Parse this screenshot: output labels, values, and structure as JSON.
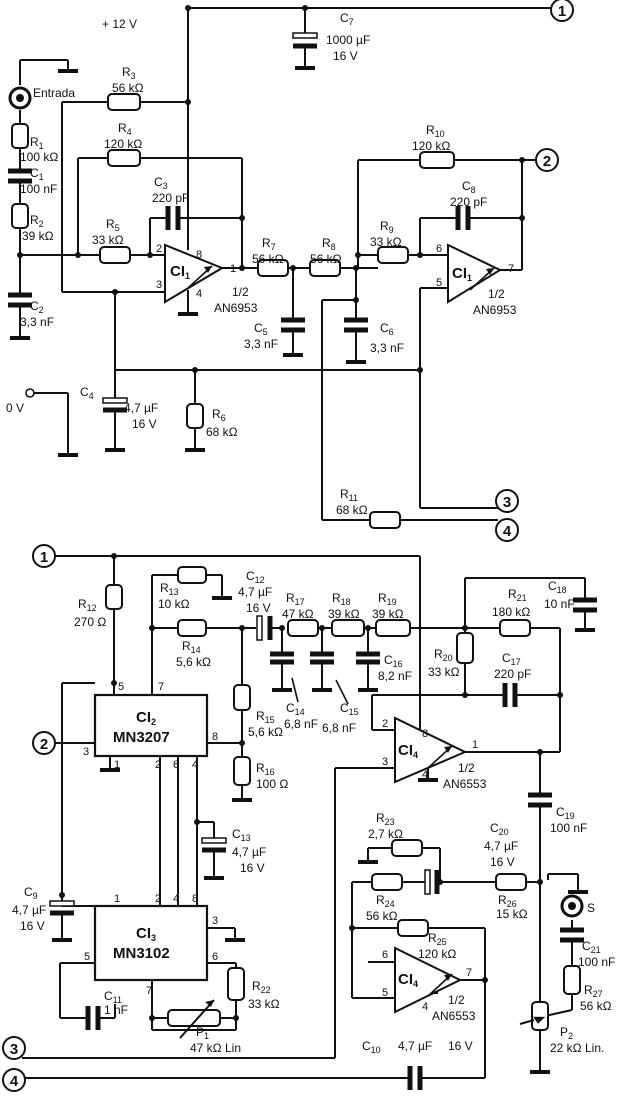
{
  "supply": {
    "label": "+ 12 V"
  },
  "ground": {
    "label": "0 V"
  },
  "input": {
    "label": "Entrada"
  },
  "output": {
    "label": "S"
  },
  "terminals": {
    "t1": "1",
    "t2": "2",
    "t3": "3",
    "t4": "4"
  },
  "ics": {
    "ci1a": {
      "name": "CI",
      "sub": "1",
      "half": "1/2",
      "part": "AN6953"
    },
    "ci1b": {
      "name": "CI",
      "sub": "1",
      "half": "1/2",
      "part": "AN6953"
    },
    "ci2": {
      "name": "CI",
      "sub": "2",
      "part": "MN3207"
    },
    "ci3": {
      "name": "CI",
      "sub": "3",
      "part": "MN3102"
    },
    "ci4a": {
      "name": "CI",
      "sub": "4",
      "half": "1/2",
      "part": "AN6553"
    },
    "ci4b": {
      "name": "CI",
      "sub": "4",
      "half": "1/2",
      "part": "AN6553"
    }
  },
  "components": {
    "r1": {
      "ref": "R",
      "sub": "1",
      "value": "100 kΩ"
    },
    "r2": {
      "ref": "R",
      "sub": "2",
      "value": "39 kΩ"
    },
    "r3": {
      "ref": "R",
      "sub": "3",
      "value": "56 kΩ"
    },
    "r4": {
      "ref": "R",
      "sub": "4",
      "value": "120 kΩ"
    },
    "r5": {
      "ref": "R",
      "sub": "5",
      "value": "33 kΩ"
    },
    "r6": {
      "ref": "R",
      "sub": "6",
      "value": "68 kΩ"
    },
    "r7": {
      "ref": "R",
      "sub": "7",
      "value": "56 kΩ"
    },
    "r8": {
      "ref": "R",
      "sub": "8",
      "value": "56 kΩ"
    },
    "r9": {
      "ref": "R",
      "sub": "9",
      "value": "33 kΩ"
    },
    "r10": {
      "ref": "R",
      "sub": "10",
      "value": "120 kΩ"
    },
    "r11": {
      "ref": "R",
      "sub": "11",
      "value": "68 kΩ"
    },
    "r12": {
      "ref": "R",
      "sub": "12",
      "value": "270 Ω"
    },
    "r13": {
      "ref": "R",
      "sub": "13",
      "value": "10 kΩ"
    },
    "r14": {
      "ref": "R",
      "sub": "14",
      "value": "5,6 kΩ"
    },
    "r15": {
      "ref": "R",
      "sub": "15",
      "value": "5,6 kΩ"
    },
    "r16": {
      "ref": "R",
      "sub": "16",
      "value": "100 Ω"
    },
    "r17": {
      "ref": "R",
      "sub": "17",
      "value": "47 kΩ"
    },
    "r18": {
      "ref": "R",
      "sub": "18",
      "value": "39 kΩ"
    },
    "r19": {
      "ref": "R",
      "sub": "19",
      "value": "39 kΩ"
    },
    "r20": {
      "ref": "R",
      "sub": "20",
      "value": "33 kΩ"
    },
    "r21": {
      "ref": "R",
      "sub": "21",
      "value": "180 kΩ"
    },
    "r22": {
      "ref": "R",
      "sub": "22",
      "value": "33 kΩ"
    },
    "r23": {
      "ref": "R",
      "sub": "23",
      "value": "2,7 kΩ"
    },
    "r24": {
      "ref": "R",
      "sub": "24",
      "value": "56 kΩ"
    },
    "r25": {
      "ref": "R",
      "sub": "25",
      "value": "120 kΩ"
    },
    "r26": {
      "ref": "R",
      "sub": "26",
      "value": "15 kΩ"
    },
    "r27": {
      "ref": "R",
      "sub": "27",
      "value": "56 kΩ"
    },
    "p1": {
      "ref": "P",
      "sub": "1",
      "value": "47 kΩ Lin"
    },
    "p2": {
      "ref": "P",
      "sub": "2",
      "value": "22 kΩ Lin."
    },
    "c1": {
      "ref": "C",
      "sub": "1",
      "value": "100 nF"
    },
    "c2": {
      "ref": "C",
      "sub": "2",
      "value": "3,3 nF"
    },
    "c3": {
      "ref": "C",
      "sub": "3",
      "value": "220 pF"
    },
    "c4": {
      "ref": "C",
      "sub": "4",
      "value": "4,7 µF",
      "volt": "16 V"
    },
    "c5": {
      "ref": "C",
      "sub": "5",
      "value": "3,3 nF"
    },
    "c6": {
      "ref": "C",
      "sub": "6",
      "value": "3,3 nF"
    },
    "c7": {
      "ref": "C",
      "sub": "7",
      "value": "1000 µF",
      "volt": "16 V"
    },
    "c8": {
      "ref": "C",
      "sub": "8",
      "value": "220 pF"
    },
    "c9": {
      "ref": "C",
      "sub": "9",
      "value": "4,7 µF",
      "volt": "16 V"
    },
    "c10": {
      "ref": "C",
      "sub": "10",
      "value": "4,7 µF",
      "volt": "16 V"
    },
    "c11": {
      "ref": "C",
      "sub": "11",
      "value": "1 nF"
    },
    "c12": {
      "ref": "C",
      "sub": "12",
      "value": "4,7 µF",
      "volt": "16 V"
    },
    "c13": {
      "ref": "C",
      "sub": "13",
      "value": "4,7 µF",
      "volt": "16 V"
    },
    "c14": {
      "ref": "C",
      "sub": "14",
      "value": "6,8 nF"
    },
    "c15": {
      "ref": "C",
      "sub": "15",
      "value": "6,8 nF"
    },
    "c16": {
      "ref": "C",
      "sub": "16",
      "value": "8,2 nF"
    },
    "c17": {
      "ref": "C",
      "sub": "17",
      "value": "220 pF"
    },
    "c18": {
      "ref": "C",
      "sub": "18",
      "value": "10 nF"
    },
    "c19": {
      "ref": "C",
      "sub": "19",
      "value": "100 nF"
    },
    "c20": {
      "ref": "C",
      "sub": "20",
      "value": "4,7 µF",
      "volt": "16 V"
    },
    "c21": {
      "ref": "C",
      "sub": "21",
      "value": "100 nF"
    }
  },
  "pins": {
    "p1": "1",
    "p2": "2",
    "p3": "3",
    "p4": "4",
    "p5": "5",
    "p6": "6",
    "p7": "7",
    "p8": "8"
  }
}
